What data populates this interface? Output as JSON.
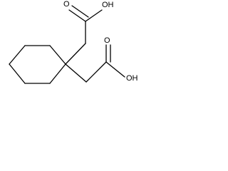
{
  "molecule": {
    "labels": {
      "oh_top": "OH",
      "o_top": "O",
      "oh_right": "OH",
      "o_right": "O"
    }
  }
}
